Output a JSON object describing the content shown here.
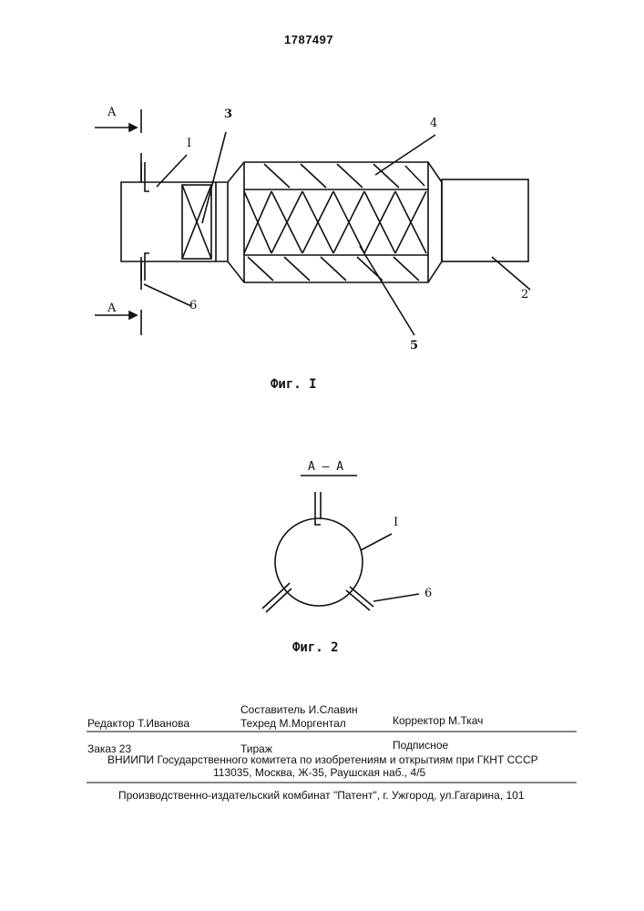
{
  "patent_number": "1787497",
  "figure1": {
    "caption": "Фиг. I",
    "section_letter_top": "A",
    "section_letter_bottom": "A",
    "labels": {
      "l1": "I",
      "l2": "2",
      "l3": "3",
      "l4": "4",
      "l5": "5",
      "l6": "6"
    }
  },
  "figure2": {
    "section_title": "A – A",
    "caption": "Фиг. 2",
    "labels": {
      "l1": "I",
      "l6": "6"
    }
  },
  "footer": {
    "editor": "Редактор  Т.Иванова",
    "compiler": "Составитель  И.Славин",
    "techred": "Техред  М.Моргентал",
    "corrector": "Корректор  М.Ткач",
    "order": "Заказ  23",
    "circulation": "Тираж",
    "subscription": "Подписное",
    "institute": "ВНИИПИ Государственного комитета по изобретениям и открытиям при ГКНТ СССР",
    "address": "113035, Москва, Ж-35, Раушская наб., 4/5",
    "publisher": "Производственно-издательский комбинат \"Патент\", г. Ужгород, ул.Гагарина, 101"
  }
}
